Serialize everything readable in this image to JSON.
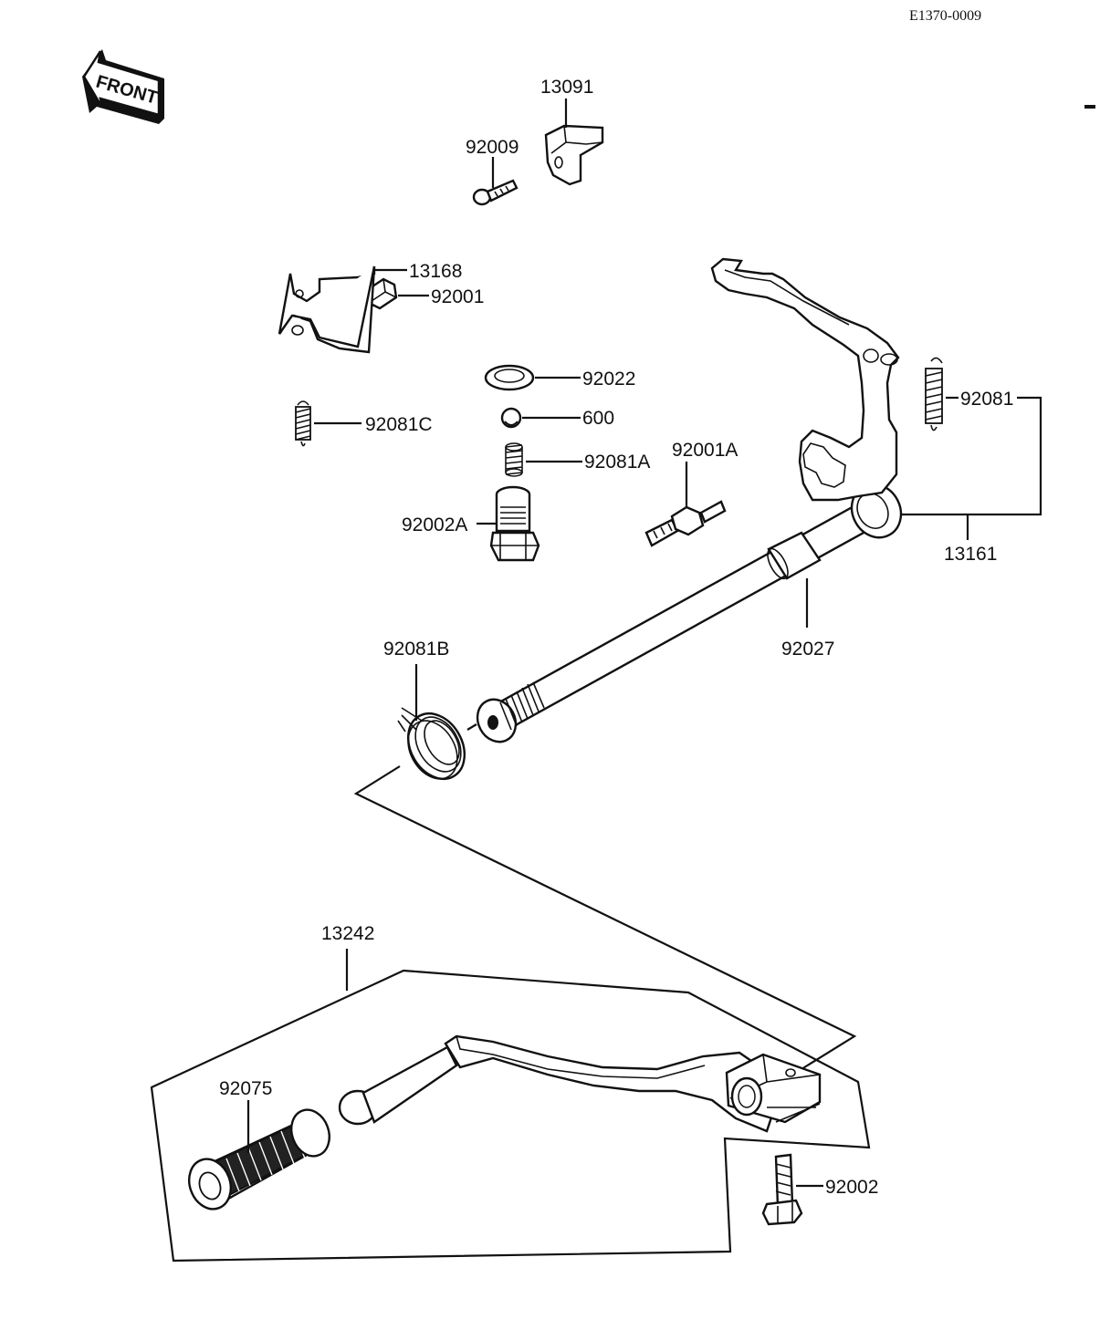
{
  "diagram_code": "E1370-0009",
  "front_label": "FRONT",
  "parts": {
    "p13091": "13091",
    "p92009": "92009",
    "p92001": "92001",
    "p13168": "13168",
    "p92022": "92022",
    "p600": "600",
    "p92081C": "92081C",
    "p92081A": "92081A",
    "p92001A": "92001A",
    "p92002A": "92002A",
    "p92081": "92081",
    "p13161": "13161",
    "p92027": "92027",
    "p92081B": "92081B",
    "p13242": "13242",
    "p92075": "92075",
    "p92002": "92002"
  }
}
